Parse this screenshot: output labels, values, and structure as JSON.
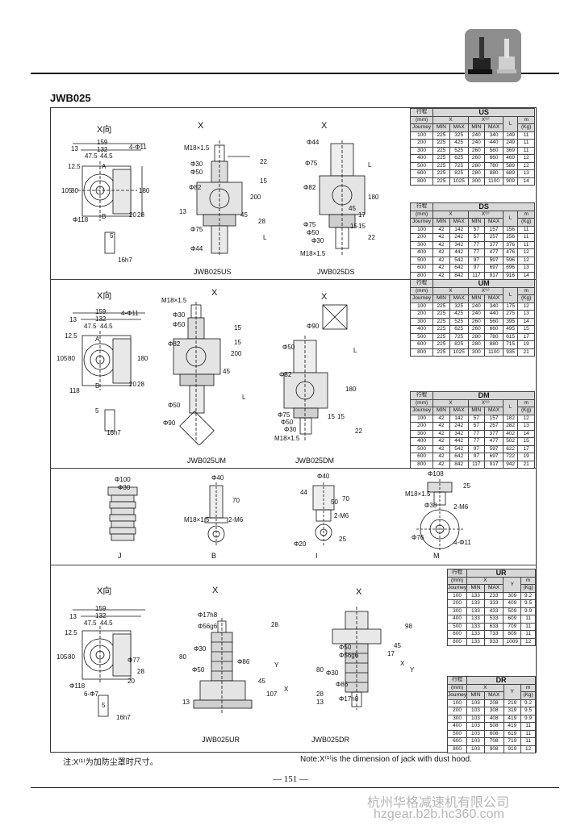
{
  "page": {
    "model": "JWB025",
    "page_number": "— 151 —",
    "note_cn": "注:X⁽¹⁾为加防尘罩时尺寸。",
    "note_en": "Note:X⁽¹⁾is the dimension of jack with dust hood.",
    "watermark_cn": "杭州华格减速机有限公司",
    "watermark_url": "hzgear.b2b.hc360.com"
  },
  "labels": {
    "x_dir": "X向",
    "x": "X",
    "A": "A",
    "B": "B",
    "J": "J",
    "I": "I",
    "M": "M"
  },
  "section1": {
    "caption_us": "JWB025US",
    "caption_ds": "JWB025DS",
    "dims_xdir": [
      "159",
      "132",
      "47.5",
      "44.5",
      "4-Φ11",
      "13",
      "12.5",
      "105",
      "80",
      "180",
      "28",
      "20",
      "Φ118",
      "5",
      "16h7"
    ],
    "dims_us": [
      "M18×1.5",
      "Φ30",
      "Φ50",
      "Φ82",
      "200",
      "22",
      "15",
      "13",
      "45",
      "28",
      "Φ75",
      "Φ44",
      "L"
    ],
    "dims_ds": [
      "Φ44",
      "Φ75",
      "Φ82",
      "180",
      "L",
      "Φ75",
      "Φ50",
      "Φ30",
      "M18×1.5",
      "15",
      "15",
      "22",
      "45",
      "17"
    ]
  },
  "section2": {
    "caption_um": "JWB025UM",
    "caption_dm": "JWB025DM",
    "dims_xdir": [
      "159",
      "132",
      "47.5",
      "44.5",
      "4-Φ11",
      "13",
      "12.5",
      "105",
      "80",
      "180",
      "28",
      "20",
      "118",
      "5",
      "16h7"
    ],
    "dims_um": [
      "M18×1.5",
      "Φ30",
      "Φ50",
      "Φ82",
      "200",
      "15",
      "15",
      "45",
      "Φ50",
      "Φ90",
      "L"
    ],
    "dims_dm": [
      "Φ90",
      "Φ50",
      "Φ82",
      "180",
      "L",
      "Φ75",
      "Φ50",
      "Φ30",
      "M18×1.5",
      "15",
      "22",
      "15"
    ]
  },
  "section3": {
    "dims_j": [
      "Φ100",
      "Φ30"
    ],
    "dims_b": [
      "Φ40",
      "70",
      "M18×1.5",
      "2-M6"
    ],
    "dims_i": [
      "Φ40",
      "44",
      "50",
      "70",
      "Φ20",
      "2-M6",
      "25"
    ],
    "dims_m": [
      "Φ108",
      "M18×1.5",
      "25",
      "Φ38",
      "2-M6",
      "Φ76",
      "4-Φ11"
    ]
  },
  "section4": {
    "caption_ur": "JWB025UR",
    "caption_dr": "JWB025DR",
    "dims_xdir": [
      "159",
      "132",
      "47.5",
      "44.5",
      "13",
      "12.5",
      "105",
      "80",
      "Φ77",
      "28",
      "20",
      "Φ118",
      "6-Φ7",
      "5",
      "16h7"
    ],
    "dims_ur": [
      "Φ17h8",
      "Φ56g6",
      "Φ30",
      "Φ50",
      "80",
      "28",
      "Φ86",
      "45",
      "Y",
      "107",
      "13",
      "X"
    ],
    "dims_dr": [
      "Φ50",
      "Φ56g6",
      "Φ30",
      "Φ86",
      "80",
      "28",
      "45",
      "X",
      "17",
      "Φ17h8",
      "13",
      "98",
      "Y"
    ]
  },
  "tables": {
    "head_travel": "行程",
    "head_mm": "(mm)",
    "head_journey": "Journey",
    "head_min": "MIN",
    "head_max": "MAX",
    "head_x": "X",
    "head_x1": "X⁽¹⁾",
    "head_l": "L",
    "head_y": "Y",
    "head_m": "m",
    "head_kg": "(Kg)",
    "US": {
      "name": "US",
      "rows": [
        [
          "100",
          "225",
          "325",
          "240",
          "340",
          "149",
          "11"
        ],
        [
          "200",
          "225",
          "425",
          "240",
          "440",
          "249",
          "11"
        ],
        [
          "300",
          "225",
          "525",
          "260",
          "560",
          "369",
          "11"
        ],
        [
          "400",
          "225",
          "625",
          "260",
          "660",
          "469",
          "12"
        ],
        [
          "500",
          "225",
          "725",
          "280",
          "780",
          "589",
          "12"
        ],
        [
          "600",
          "225",
          "825",
          "280",
          "880",
          "689",
          "13"
        ],
        [
          "800",
          "225",
          "1025",
          "300",
          "1100",
          "909",
          "14"
        ]
      ]
    },
    "DS": {
      "name": "DS",
      "rows": [
        [
          "100",
          "42",
          "142",
          "57",
          "157",
          "156",
          "11"
        ],
        [
          "200",
          "42",
          "242",
          "57",
          "257",
          "256",
          "11"
        ],
        [
          "300",
          "42",
          "342",
          "77",
          "377",
          "376",
          "11"
        ],
        [
          "400",
          "42",
          "442",
          "77",
          "477",
          "476",
          "12"
        ],
        [
          "500",
          "42",
          "542",
          "97",
          "597",
          "596",
          "12"
        ],
        [
          "600",
          "42",
          "642",
          "97",
          "697",
          "696",
          "13"
        ],
        [
          "800",
          "42",
          "842",
          "117",
          "917",
          "916",
          "14"
        ]
      ]
    },
    "UM": {
      "name": "UM",
      "rows": [
        [
          "100",
          "225",
          "325",
          "240",
          "340",
          "175",
          "12"
        ],
        [
          "200",
          "225",
          "425",
          "240",
          "440",
          "275",
          "13"
        ],
        [
          "300",
          "225",
          "525",
          "260",
          "560",
          "395",
          "14"
        ],
        [
          "400",
          "225",
          "625",
          "260",
          "660",
          "495",
          "15"
        ],
        [
          "500",
          "225",
          "725",
          "280",
          "780",
          "615",
          "17"
        ],
        [
          "600",
          "225",
          "825",
          "280",
          "880",
          "715",
          "19"
        ],
        [
          "800",
          "225",
          "1025",
          "300",
          "1100",
          "935",
          "21"
        ]
      ]
    },
    "DM": {
      "name": "DM",
      "rows": [
        [
          "100",
          "42",
          "142",
          "57",
          "157",
          "182",
          "12"
        ],
        [
          "200",
          "42",
          "242",
          "57",
          "257",
          "282",
          "13"
        ],
        [
          "300",
          "42",
          "342",
          "77",
          "377",
          "402",
          "14"
        ],
        [
          "400",
          "42",
          "442",
          "77",
          "477",
          "502",
          "15"
        ],
        [
          "500",
          "42",
          "542",
          "97",
          "597",
          "622",
          "17"
        ],
        [
          "600",
          "42",
          "642",
          "97",
          "697",
          "722",
          "19"
        ],
        [
          "800",
          "42",
          "842",
          "117",
          "917",
          "942",
          "21"
        ]
      ]
    },
    "UR": {
      "name": "UR",
      "rows": [
        [
          "100",
          "133",
          "233",
          "309",
          "9.2"
        ],
        [
          "200",
          "133",
          "333",
          "409",
          "9.5"
        ],
        [
          "300",
          "133",
          "433",
          "509",
          "9.9"
        ],
        [
          "400",
          "133",
          "533",
          "609",
          "11"
        ],
        [
          "500",
          "133",
          "633",
          "709",
          "11"
        ],
        [
          "600",
          "133",
          "733",
          "809",
          "11"
        ],
        [
          "800",
          "133",
          "933",
          "1009",
          "12"
        ]
      ]
    },
    "DR": {
      "name": "DR",
      "rows": [
        [
          "100",
          "103",
          "208",
          "219",
          "9.2"
        ],
        [
          "200",
          "103",
          "308",
          "319",
          "9.5"
        ],
        [
          "300",
          "103",
          "408",
          "419",
          "9.9"
        ],
        [
          "400",
          "103",
          "508",
          "419",
          "11"
        ],
        [
          "500",
          "103",
          "608",
          "619",
          "11"
        ],
        [
          "600",
          "103",
          "708",
          "719",
          "11"
        ],
        [
          "800",
          "103",
          "908",
          "919",
          "12"
        ]
      ]
    }
  }
}
